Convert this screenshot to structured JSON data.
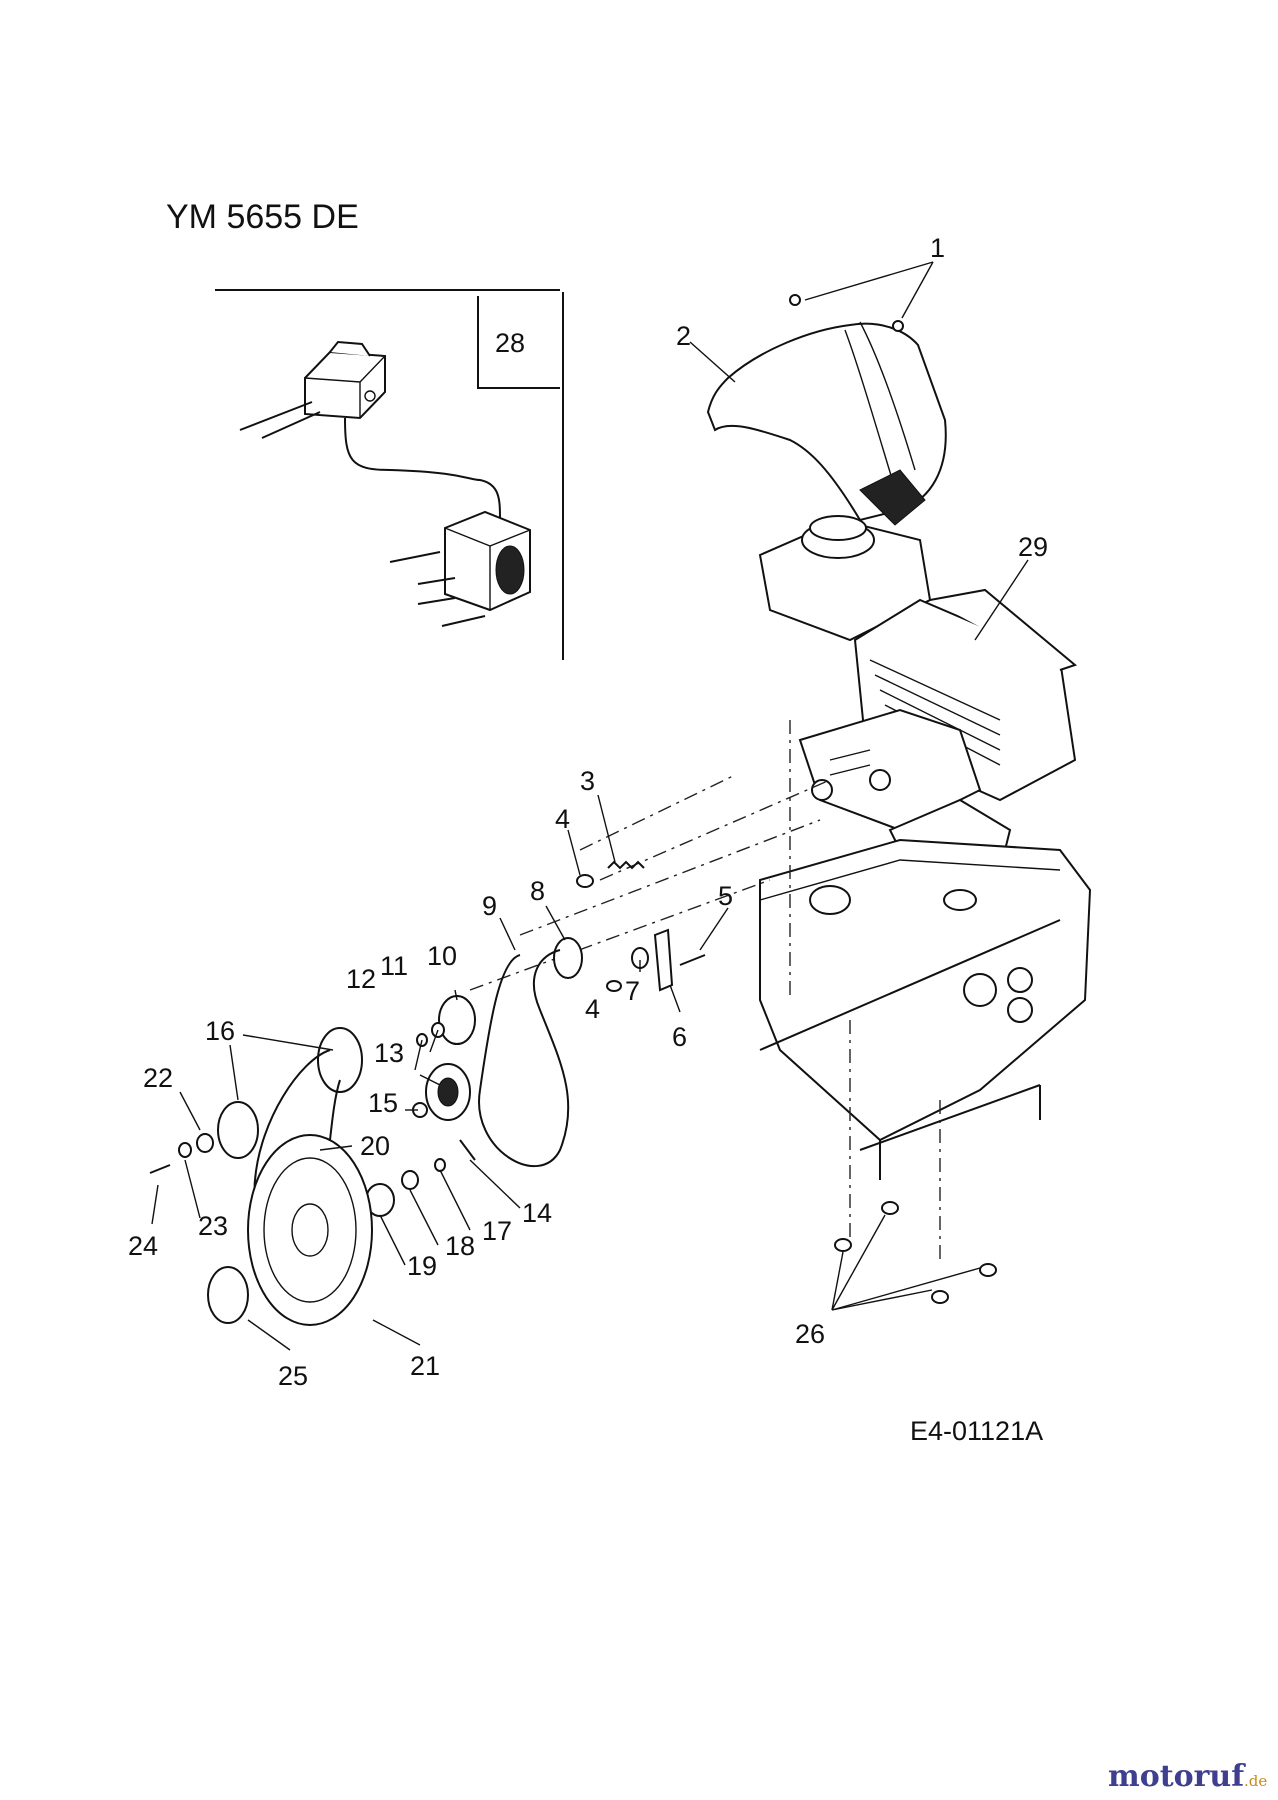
{
  "diagram": {
    "title": "YM 5655 DE",
    "figure_code": "E4-01121A",
    "watermark": {
      "main": "motoruf",
      "suffix": ".de",
      "color_main": "#3f3f8f",
      "color_accent": "#c98a1a"
    },
    "inset_label": "28",
    "callouts": [
      "1",
      "2",
      "3",
      "4",
      "4",
      "5",
      "6",
      "7",
      "8",
      "9",
      "10",
      "11",
      "12",
      "13",
      "14",
      "15",
      "16",
      "17",
      "18",
      "19",
      "20",
      "21",
      "22",
      "23",
      "24",
      "25",
      "26",
      "29"
    ]
  }
}
